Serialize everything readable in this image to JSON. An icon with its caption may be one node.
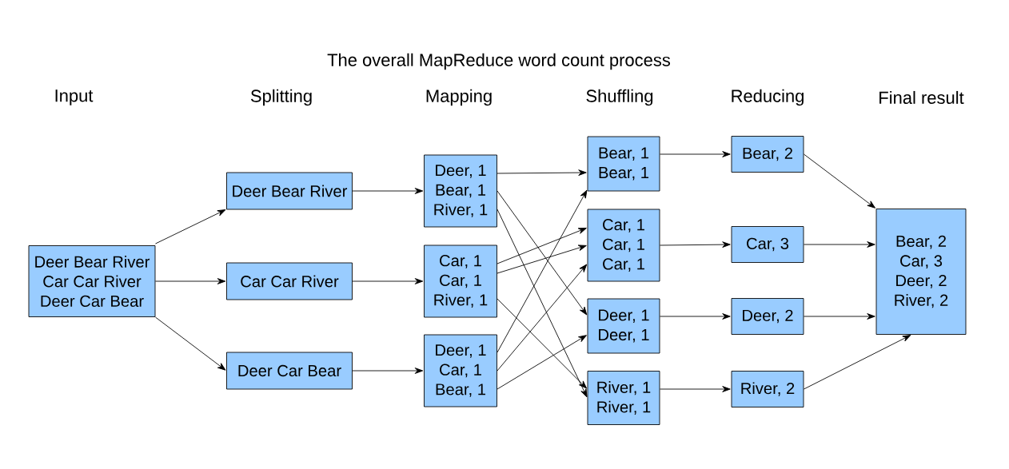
{
  "diagram": {
    "title": "The overall MapReduce word count process",
    "nodes": [
      {
        "text": [
          "Deer Bear River",
          "Car Car River",
          "Deer Car Bear"
        ]
      },
      {
        "text": [
          "Deer Bear River"
        ]
      },
      {
        "text": [
          "Car Car River"
        ]
      },
      {
        "text": [
          "Deer Car Bear"
        ]
      },
      {
        "text": [
          "Deer, 1",
          "Bear, 1",
          "River, 1"
        ]
      },
      {
        "text": [
          "Car, 1",
          "Car, 1",
          "River, 1"
        ]
      },
      {
        "text": [
          "Deer, 1",
          "Car, 1",
          "Bear, 1"
        ]
      },
      {
        "text": [
          "Bear, 1",
          "Bear, 1"
        ]
      },
      {
        "text": [
          "Car, 1",
          "Car, 1",
          "Car, 1"
        ]
      },
      {
        "text": [
          "Deer, 1",
          "Deer, 1"
        ]
      },
      {
        "text": [
          "River, 1",
          "River, 1"
        ]
      },
      {
        "text": [
          "Bear, 2"
        ]
      },
      {
        "text": [
          "Car, 3"
        ]
      },
      {
        "text": [
          "Deer, 2"
        ]
      },
      {
        "text": [
          "River, 2"
        ]
      },
      {
        "text": [
          "Bear, 2",
          "Car, 3",
          "Deer, 2",
          "River, 2"
        ]
      }
    ],
    "edges": [
      {
        "from": 0,
        "to": 1,
        "arrow": "to"
      },
      {
        "from": 0,
        "to": 2,
        "arrow": "to"
      },
      {
        "from": 0,
        "to": 3,
        "arrow": "to"
      },
      {
        "from": 1,
        "to": 4,
        "arrow": "to"
      },
      {
        "from": 2,
        "to": 5,
        "arrow": "to"
      },
      {
        "from": 3,
        "to": 6,
        "arrow": "to"
      },
      {
        "from": 4,
        "to": 7,
        "arrow": "to"
      },
      {
        "from": 4,
        "to": 9,
        "arrow": "to"
      },
      {
        "from": 4,
        "to": 10,
        "arrow": "to"
      },
      {
        "from": 5,
        "to": 8,
        "arrow": "to"
      },
      {
        "from": 5,
        "to": 8,
        "arrow": "to"
      },
      {
        "from": 5,
        "to": 10,
        "arrow": "to"
      },
      {
        "from": 6,
        "to": 7,
        "arrow": "to"
      },
      {
        "from": 6,
        "to": 8,
        "arrow": "to"
      },
      {
        "from": 6,
        "to": 9,
        "arrow": "to"
      },
      {
        "from": 7,
        "to": 11,
        "arrow": "to"
      },
      {
        "from": 8,
        "to": 12,
        "arrow": "to"
      },
      {
        "from": 9,
        "to": 13,
        "arrow": "to"
      },
      {
        "from": 10,
        "to": 14,
        "arrow": "to"
      },
      {
        "from": 11,
        "to": 15,
        "arrow": "to"
      },
      {
        "from": 12,
        "to": 15,
        "arrow": "to"
      },
      {
        "from": 13,
        "to": 15,
        "arrow": "to"
      },
      {
        "from": 14,
        "to": 15,
        "arrow": "to"
      }
    ],
    "labels": [
      "Input",
      "Splitting",
      "Mapping",
      "Shuffling",
      "Reducing",
      "Final result"
    ]
  }
}
